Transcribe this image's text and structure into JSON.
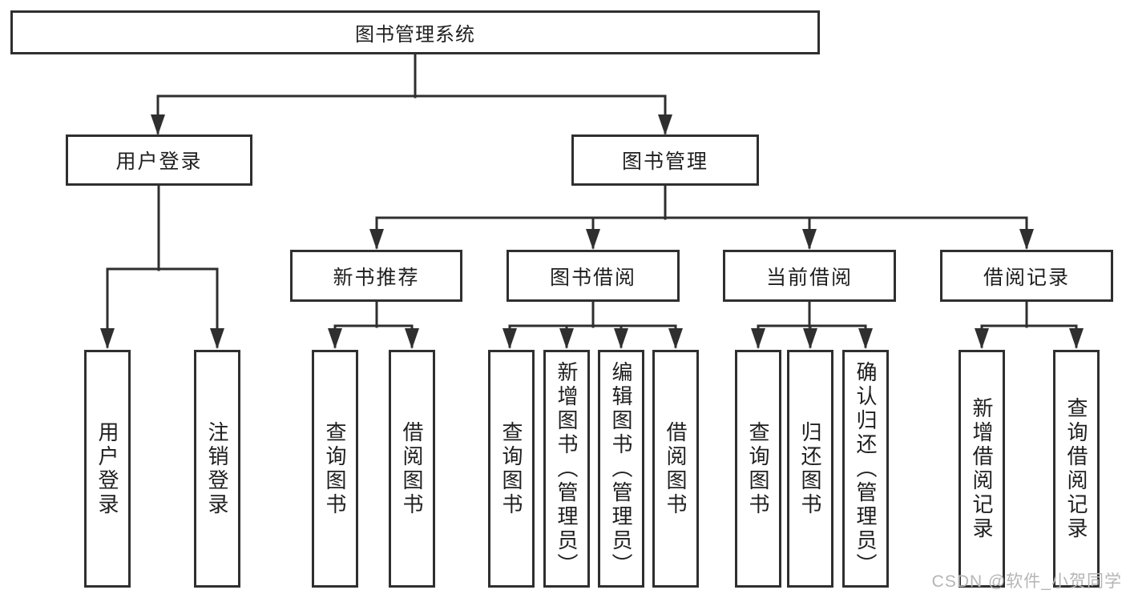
{
  "diagram": {
    "title": "图书管理系统",
    "watermark": "CSDN @软件_小贺同学",
    "nodes": {
      "root": {
        "label": "图书管理系统"
      },
      "user_login": {
        "label": "用户登录"
      },
      "book_mgmt": {
        "label": "图书管理"
      },
      "new_book": {
        "label": "新书推荐"
      },
      "book_borrow": {
        "label": "图书借阅"
      },
      "current_borrow": {
        "label": "当前借阅"
      },
      "borrow_records": {
        "label": "借阅记录"
      },
      "leaf_user_login": {
        "label": "用户登录"
      },
      "leaf_logout": {
        "label": "注销登录"
      },
      "leaf_nb_query": {
        "label": "查询图书"
      },
      "leaf_nb_borrow": {
        "label": "借阅图书"
      },
      "leaf_bb_query": {
        "label": "查询图书"
      },
      "leaf_bb_add": {
        "label": "新增图书（管理员）"
      },
      "leaf_bb_edit": {
        "label": "编辑图书（管理员）"
      },
      "leaf_bb_borrow": {
        "label": "借阅图书"
      },
      "leaf_cb_query": {
        "label": "查询图书"
      },
      "leaf_cb_return": {
        "label": "归还图书"
      },
      "leaf_cb_confirm": {
        "label": "确认归还（管理员）"
      },
      "leaf_br_add": {
        "label": "新增借阅记录"
      },
      "leaf_br_query": {
        "label": "查询借阅记录"
      }
    }
  },
  "colors": {
    "line": "#2f2f2f",
    "text": "#1f1f1f",
    "watermark": "#b5b5b5",
    "background": "#ffffff"
  }
}
